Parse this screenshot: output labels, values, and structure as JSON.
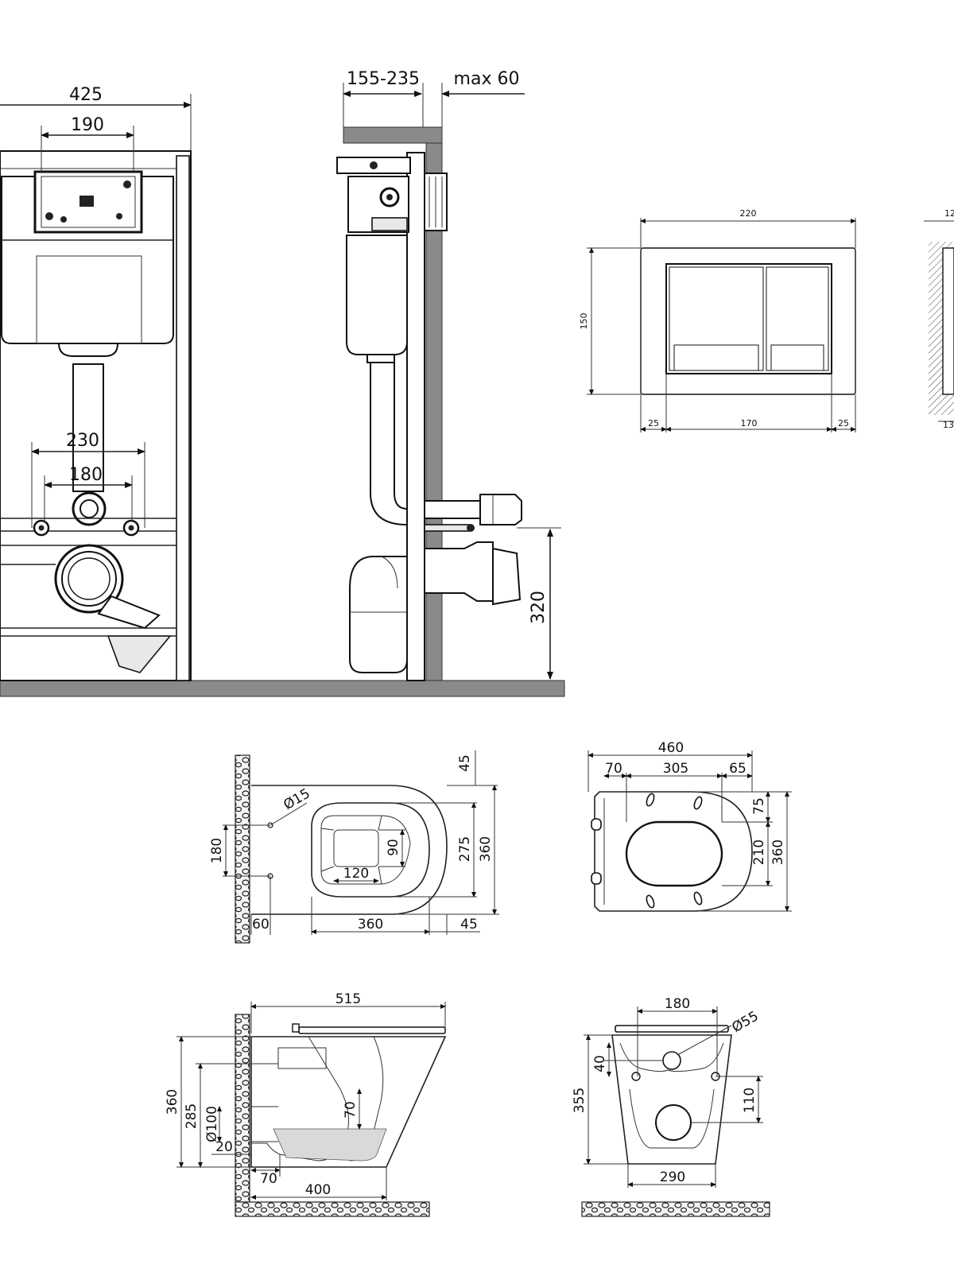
{
  "front_view": {
    "dims": {
      "d425": "425",
      "d190": "190",
      "d230": "230",
      "d180": "180"
    }
  },
  "side_view": {
    "dims": {
      "d155_235": "155-235",
      "dmax60": "max 60",
      "d320": "320"
    }
  },
  "flush_plate": {
    "dims": {
      "w220": "220",
      "h150": "150",
      "m25a": "25",
      "w170": "170",
      "m25b": "25",
      "r12": "12",
      "r13": "13"
    }
  },
  "bowl_top_view": {
    "dims": {
      "d45a": "45",
      "d15": "Ø15",
      "d180": "180",
      "d275": "275",
      "d360": "360",
      "d90": "90",
      "d120": "120",
      "d60": "60",
      "d360b": "360",
      "d45b": "45"
    }
  },
  "seat_top_view": {
    "dims": {
      "d460": "460",
      "d70": "70",
      "d305": "305",
      "d65": "65",
      "d75": "75",
      "d210": "210",
      "d360": "360"
    }
  },
  "bowl_side_section": {
    "dims": {
      "d515": "515",
      "d360": "360",
      "d285": "285",
      "d100": "Ø100",
      "d70v": "70",
      "d20": "20",
      "d70h": "70",
      "d400": "400"
    }
  },
  "bowl_rear_view": {
    "dims": {
      "d180": "180",
      "d55": "Ø55",
      "d40": "40",
      "d355": "355",
      "d110": "110",
      "d290": "290"
    }
  }
}
